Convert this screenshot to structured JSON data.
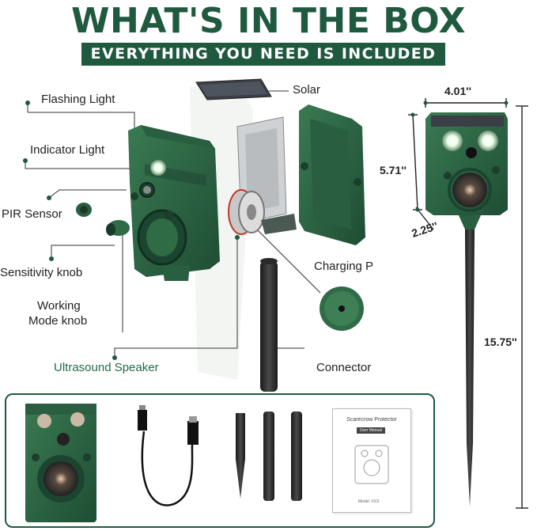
{
  "header": {
    "title": "WHAT'S IN THE BOX",
    "subtitle": "EVERYTHING YOU NEED IS INCLUDED"
  },
  "labels": {
    "flashing_light": "Flashing Light",
    "indicator_light": "Indicator Light",
    "pir_sensor": "PIR Sensor",
    "sensitivity_knob": "Sensitivity knob",
    "working_mode_line1": "Working",
    "working_mode_line2": "Mode knob",
    "ultrasound_speaker": "Ultrasound Speaker",
    "solar": "Solar",
    "charging_port": "Charging P",
    "connector": "Connector"
  },
  "dimensions": {
    "width": "4.01''",
    "height": "5.71''",
    "depth": "2.25''",
    "stake_length": "15.75''"
  },
  "manual": {
    "title": "Scarecrow Protector",
    "badge": "User Manual",
    "model": "Model: XXX"
  },
  "colors": {
    "brand_green": "#1f5a3f",
    "device_green": "#2f6b45",
    "label_green": "#1f6b45"
  }
}
